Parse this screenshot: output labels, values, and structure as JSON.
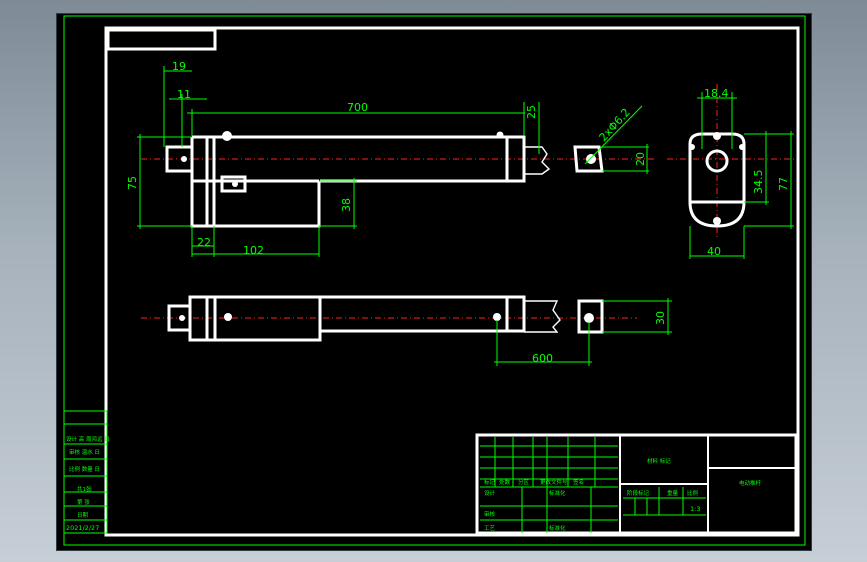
{
  "drawing": {
    "dimensions": {
      "d19": "19",
      "d11": "11",
      "d700": "700",
      "d25": "25",
      "hole": "2xΦ6.2",
      "d20": "20",
      "d75": "75",
      "d38": "38",
      "d22": "22",
      "d102": "102",
      "d18_4": "18.4",
      "d34_5": "34.5",
      "d77": "77",
      "d40": "40",
      "d30": "30",
      "d600": "600"
    },
    "left_table": {
      "rows": [
        "设计 高 周鸿远 日",
        "审核 温水 日",
        "比例 数量 日",
        "共1张",
        "第 张",
        "日期",
        "2021/2/27"
      ]
    },
    "title_block": {
      "header_cells": [
        "标记",
        "处数",
        "分区",
        "更改文件号",
        "签名"
      ],
      "row_labels": [
        "设计",
        "审核",
        "工艺",
        "标准化"
      ],
      "stage_labels": [
        "阶段标记",
        "重量",
        "比例"
      ],
      "scale": "1:3",
      "material": "材料 标记",
      "title": "电动推杆"
    }
  },
  "colors": {
    "background": "#000000",
    "outline": "#ffffff",
    "dimension": "#00ff00",
    "centerline": "#ff2020",
    "window": "#a7b2bc"
  }
}
